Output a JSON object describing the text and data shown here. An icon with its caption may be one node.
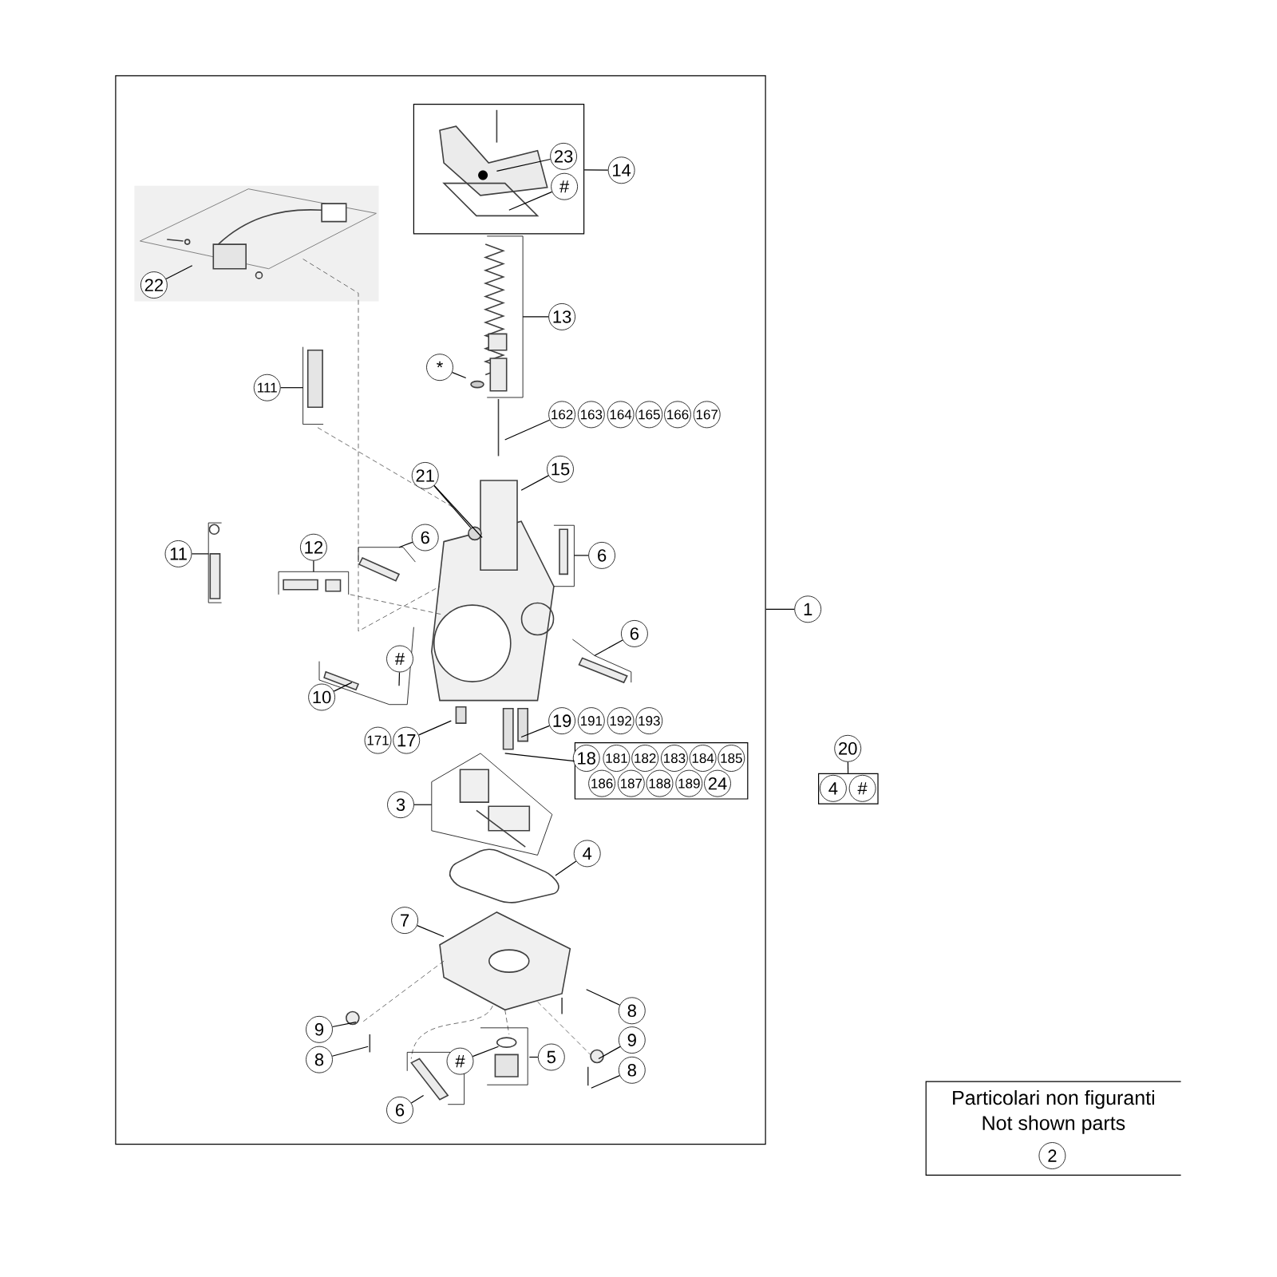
{
  "diagram": {
    "nodes": [
      {
        "text": [],
        "shape": "box"
      },
      {
        "text": [],
        "shape": "box",
        "in": 0
      },
      {
        "text": [
          "14"
        ],
        "in": 0
      },
      {
        "text": [
          "23"
        ],
        "in": 1
      },
      {
        "text": [
          "#"
        ],
        "in": 1
      },
      {
        "text": [
          "22"
        ],
        "in": 0
      },
      {
        "text": [
          "13"
        ],
        "in": 0
      },
      {
        "text": [
          "*"
        ],
        "in": 0
      },
      {
        "text": [
          "162"
        ],
        "in": 0
      },
      {
        "text": [
          "163"
        ],
        "in": 0
      },
      {
        "text": [
          "164"
        ],
        "in": 0
      },
      {
        "text": [
          "165"
        ],
        "in": 0
      },
      {
        "text": [
          "166"
        ],
        "in": 0
      },
      {
        "text": [
          "167"
        ],
        "in": 0
      },
      {
        "text": [
          "111"
        ],
        "in": 0
      },
      {
        "text": [
          "21"
        ],
        "in": 0
      },
      {
        "text": [
          "15"
        ],
        "in": 0
      },
      {
        "text": [
          "11"
        ],
        "in": 0
      },
      {
        "text": [
          "12"
        ],
        "in": 0
      },
      {
        "text": [
          "6"
        ],
        "in": 0
      },
      {
        "text": [
          "6"
        ],
        "in": 0
      },
      {
        "text": [
          "1"
        ]
      },
      {
        "text": [
          "6"
        ],
        "in": 0
      },
      {
        "text": [
          "#"
        ],
        "in": 0
      },
      {
        "text": [
          "10"
        ],
        "in": 0
      },
      {
        "text": [
          "19"
        ],
        "in": 0
      },
      {
        "text": [
          "191"
        ],
        "in": 0
      },
      {
        "text": [
          "192"
        ],
        "in": 0
      },
      {
        "text": [
          "193"
        ],
        "in": 0
      },
      {
        "text": [
          "171"
        ],
        "in": 0
      },
      {
        "text": [
          "17"
        ],
        "in": 0
      },
      {
        "text": [
          "20"
        ]
      },
      {
        "text": [],
        "shape": "box"
      },
      {
        "text": [
          "4"
        ],
        "in": 32
      },
      {
        "text": [
          "#"
        ],
        "in": 32
      },
      {
        "text": [],
        "shape": "box",
        "in": 0
      },
      {
        "text": [
          "18"
        ],
        "in": 35
      },
      {
        "text": [
          "181"
        ],
        "in": 35
      },
      {
        "text": [
          "182"
        ],
        "in": 35
      },
      {
        "text": [
          "183"
        ],
        "in": 35
      },
      {
        "text": [
          "184"
        ],
        "in": 35
      },
      {
        "text": [
          "185"
        ],
        "in": 35
      },
      {
        "text": [
          "186"
        ],
        "in": 35
      },
      {
        "text": [
          "187"
        ],
        "in": 35
      },
      {
        "text": [
          "188"
        ],
        "in": 35
      },
      {
        "text": [
          "189"
        ],
        "in": 35
      },
      {
        "text": [
          "24"
        ],
        "in": 35
      },
      {
        "text": [
          "3"
        ],
        "in": 0
      },
      {
        "text": [
          "4"
        ],
        "in": 0
      },
      {
        "text": [
          "7"
        ],
        "in": 0
      },
      {
        "text": [
          "8"
        ],
        "in": 0
      },
      {
        "text": [
          "9"
        ],
        "in": 0
      },
      {
        "text": [
          "9"
        ],
        "in": 0
      },
      {
        "text": [
          "8"
        ],
        "in": 0
      },
      {
        "text": [
          "#"
        ],
        "in": 0
      },
      {
        "text": [
          "5"
        ],
        "in": 0
      },
      {
        "text": [
          "8"
        ],
        "in": 0
      },
      {
        "text": [
          "6"
        ],
        "in": 0
      },
      {
        "text": [
          "Particolari non figuranti",
          "Not shown parts"
        ]
      },
      {
        "text": [
          "2"
        ],
        "in": 58
      }
    ],
    "edges": [
      {
        "from": 2,
        "to": 1,
        "arrow": "none"
      },
      {
        "from": 3,
        "to": null,
        "arrow": "none"
      },
      {
        "from": 4,
        "to": null,
        "arrow": "none"
      },
      {
        "from": 5,
        "to": null,
        "arrow": "none"
      },
      {
        "from": 6,
        "to": null,
        "arrow": "none"
      },
      {
        "from": 7,
        "to": null,
        "arrow": "none"
      },
      {
        "from": 8,
        "to": null,
        "arrow": "none"
      },
      {
        "from": 14,
        "to": null,
        "arrow": "none"
      },
      {
        "from": 15,
        "to": null,
        "arrow": "none"
      },
      {
        "from": 15,
        "to": null,
        "arrow": "none"
      },
      {
        "from": 16,
        "to": null,
        "arrow": "none"
      },
      {
        "from": 17,
        "to": null,
        "arrow": "none"
      },
      {
        "from": 18,
        "to": null,
        "arrow": "none"
      },
      {
        "from": 19,
        "to": null,
        "arrow": "none"
      },
      {
        "from": 20,
        "to": null,
        "arrow": "none"
      },
      {
        "from": 21,
        "to": 0,
        "arrow": "none"
      },
      {
        "from": 22,
        "to": null,
        "arrow": "none"
      },
      {
        "from": 23,
        "to": null,
        "arrow": "none"
      },
      {
        "from": 24,
        "to": null,
        "arrow": "none"
      },
      {
        "from": 25,
        "to": null,
        "arrow": "none"
      },
      {
        "from": 30,
        "to": null,
        "arrow": "none"
      },
      {
        "from": 31,
        "to": 32,
        "arrow": "none"
      },
      {
        "from": 35,
        "to": null,
        "arrow": "none"
      },
      {
        "from": 47,
        "to": null,
        "arrow": "none"
      },
      {
        "from": 48,
        "to": null,
        "arrow": "none"
      },
      {
        "from": 49,
        "to": null,
        "arrow": "none"
      },
      {
        "from": 50,
        "to": null,
        "arrow": "none"
      },
      {
        "from": 51,
        "to": null,
        "arrow": "none"
      },
      {
        "from": 52,
        "to": null,
        "arrow": "none"
      },
      {
        "from": 53,
        "to": null,
        "arrow": "none"
      },
      {
        "from": 54,
        "to": null,
        "arrow": "none"
      },
      {
        "from": 55,
        "to": null,
        "arrow": "none"
      },
      {
        "from": 56,
        "to": null,
        "arrow": "none"
      },
      {
        "from": 57,
        "to": null,
        "arrow": "none"
      }
    ]
  }
}
